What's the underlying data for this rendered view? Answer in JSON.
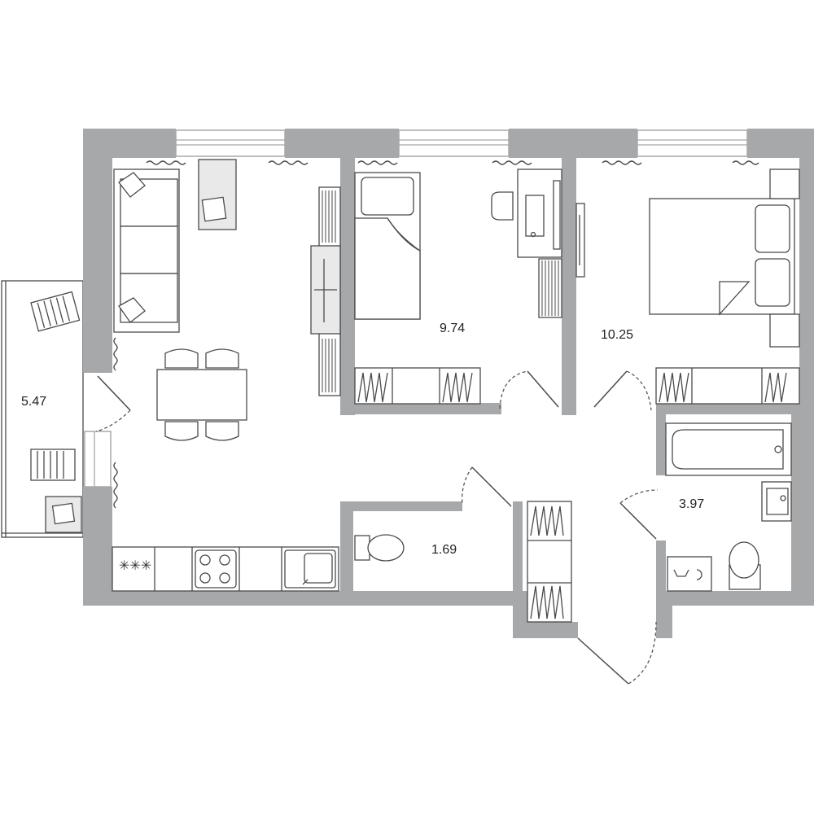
{
  "rooms": [
    {
      "id": "balcony",
      "area": "5.47"
    },
    {
      "id": "bedroom-1",
      "area": "9.74"
    },
    {
      "id": "bedroom-2",
      "area": "10.25"
    },
    {
      "id": "bathroom",
      "area": "3.97"
    },
    {
      "id": "wc",
      "area": "1.69"
    }
  ],
  "icons": {
    "stove": "stove-icon",
    "hob": "hob-icon",
    "sink": "kitchen-sink-icon",
    "washer": "washing-machine-icon"
  },
  "colors": {
    "wall": "#a7a8aa",
    "line": "#4a4a4a",
    "furniture_fill": "#e9e9e9",
    "label": "#222222"
  }
}
